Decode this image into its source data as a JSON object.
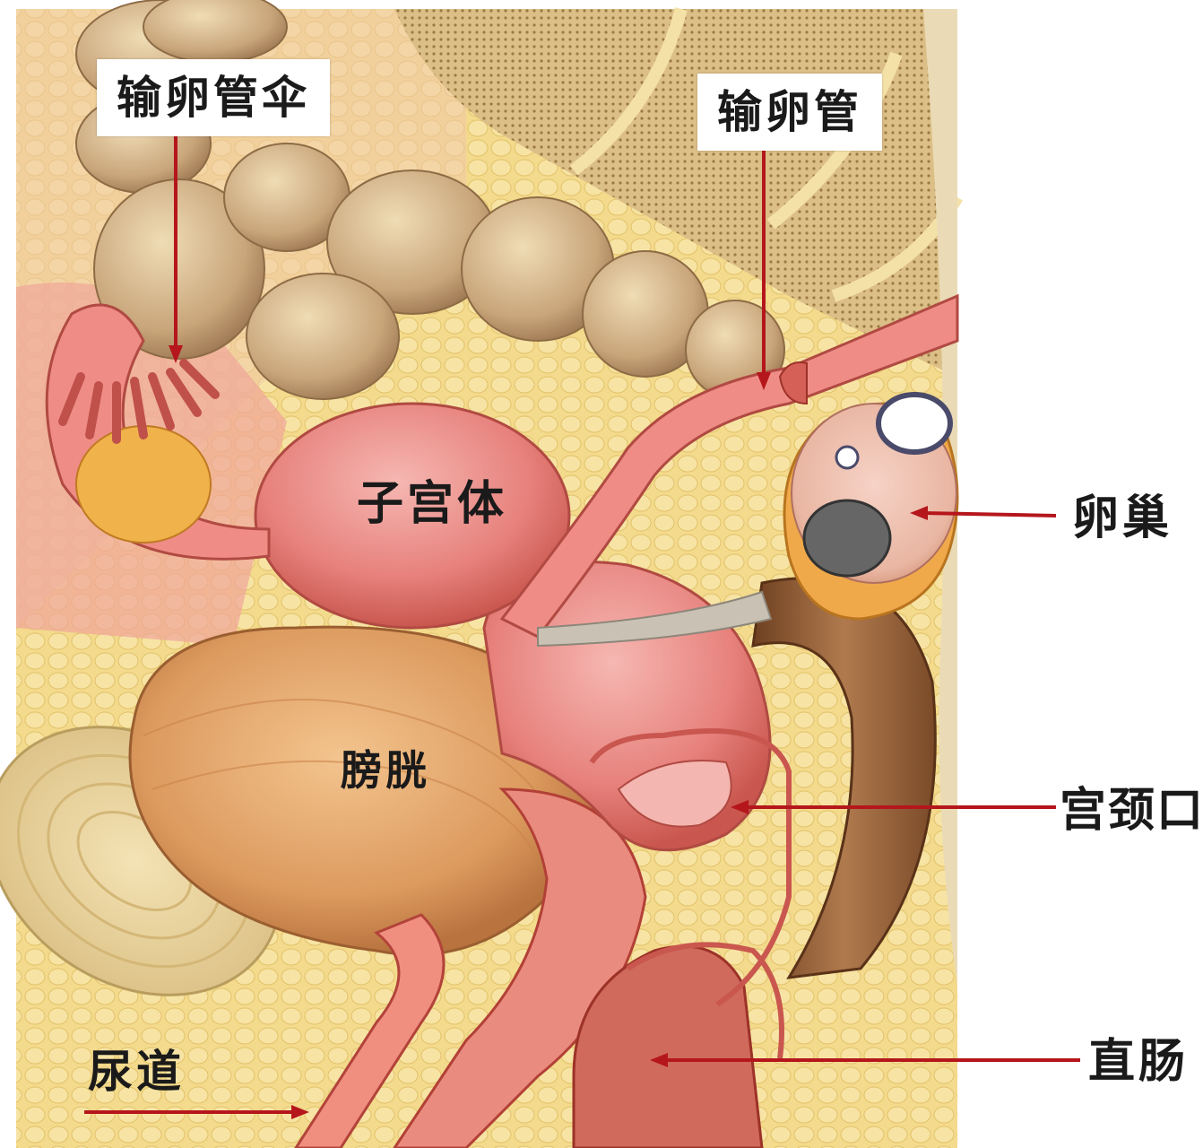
{
  "labels": {
    "fimbriae": "输卵管伞",
    "fallopian_tube": "输卵管",
    "uterus_body": "子宫体",
    "bladder": "膀胱",
    "ovary": "卵巢",
    "cervix": "宫颈口",
    "rectum": "直肠",
    "urethra": "尿道"
  },
  "colors": {
    "pointer": "#b5161c",
    "background_fat": "#f2d98a",
    "uterus": "#e88a86",
    "bladder": "#e2a36b",
    "intestine": "#c9a87a",
    "rectum": "#8e5a34",
    "spine": "#d9b87a"
  }
}
